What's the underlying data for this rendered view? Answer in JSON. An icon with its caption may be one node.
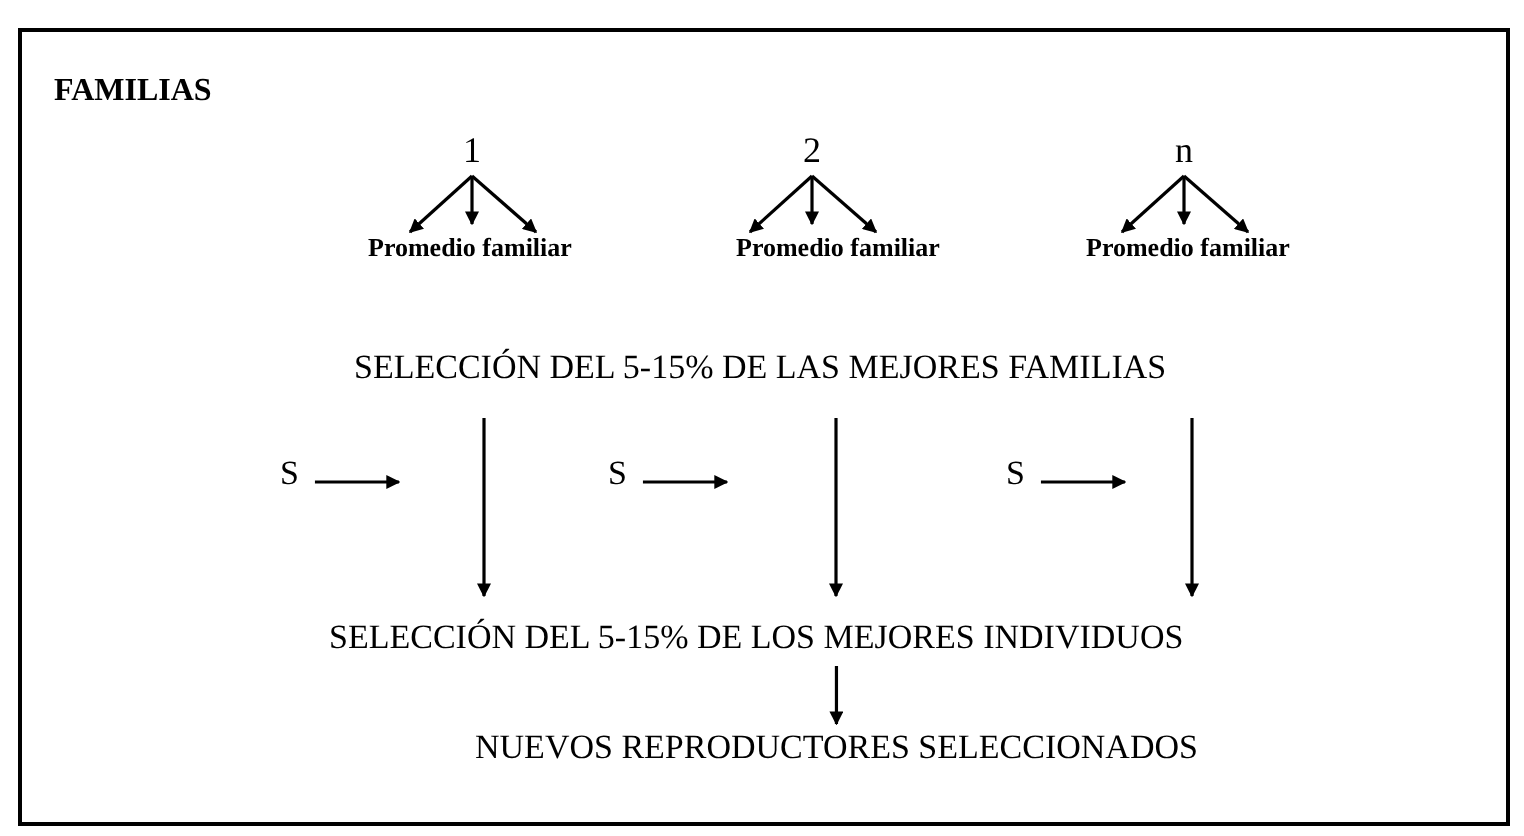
{
  "diagram": {
    "nodes": [
      {
        "text": [
          "FAMILIAS"
        ]
      },
      {
        "text": [
          "1"
        ],
        "in": 0
      },
      {
        "text": [
          "2"
        ],
        "in": 0
      },
      {
        "text": [
          "n"
        ],
        "in": 0
      },
      {
        "text": [
          "Promedio familiar"
        ],
        "in": 0
      },
      {
        "text": [
          "Promedio familiar"
        ],
        "in": 0
      },
      {
        "text": [
          "Promedio familiar"
        ],
        "in": 0
      },
      {
        "text": [
          "SELECCIÓN DEL 5-15% DE LAS MEJORES FAMILIAS"
        ],
        "in": 0
      },
      {
        "text": [
          "S"
        ],
        "in": 0
      },
      {
        "text": [
          "S"
        ],
        "in": 0
      },
      {
        "text": [
          "S"
        ],
        "in": 0
      },
      {
        "text": [
          "SELECCIÓN DEL 5-15% DE LOS MEJORES INDIVIDUOS"
        ],
        "in": 0
      },
      {
        "text": [
          "NUEVOS REPRODUCTORES SELECCIONADOS"
        ],
        "in": 0
      }
    ],
    "edges": [
      {
        "from": 1,
        "to": 4,
        "arrow": "to"
      },
      {
        "from": 1,
        "to": 4,
        "arrow": "to"
      },
      {
        "from": 1,
        "to": 4,
        "arrow": "to"
      },
      {
        "from": 2,
        "to": 5,
        "arrow": "to"
      },
      {
        "from": 2,
        "to": 5,
        "arrow": "to"
      },
      {
        "from": 2,
        "to": 5,
        "arrow": "to"
      },
      {
        "from": 3,
        "to": 6,
        "arrow": "to"
      },
      {
        "from": 3,
        "to": 6,
        "arrow": "to"
      },
      {
        "from": 3,
        "to": 6,
        "arrow": "to"
      },
      {
        "from": 7,
        "to": 11,
        "arrow": "to"
      },
      {
        "from": 7,
        "to": 11,
        "arrow": "to"
      },
      {
        "from": 7,
        "to": 11,
        "arrow": "to"
      },
      {
        "from": 8,
        "to": null,
        "arrow": "to"
      },
      {
        "from": 9,
        "to": null,
        "arrow": "to"
      },
      {
        "from": 10,
        "to": null,
        "arrow": "to"
      },
      {
        "from": 11,
        "to": 12,
        "arrow": "to"
      }
    ]
  }
}
